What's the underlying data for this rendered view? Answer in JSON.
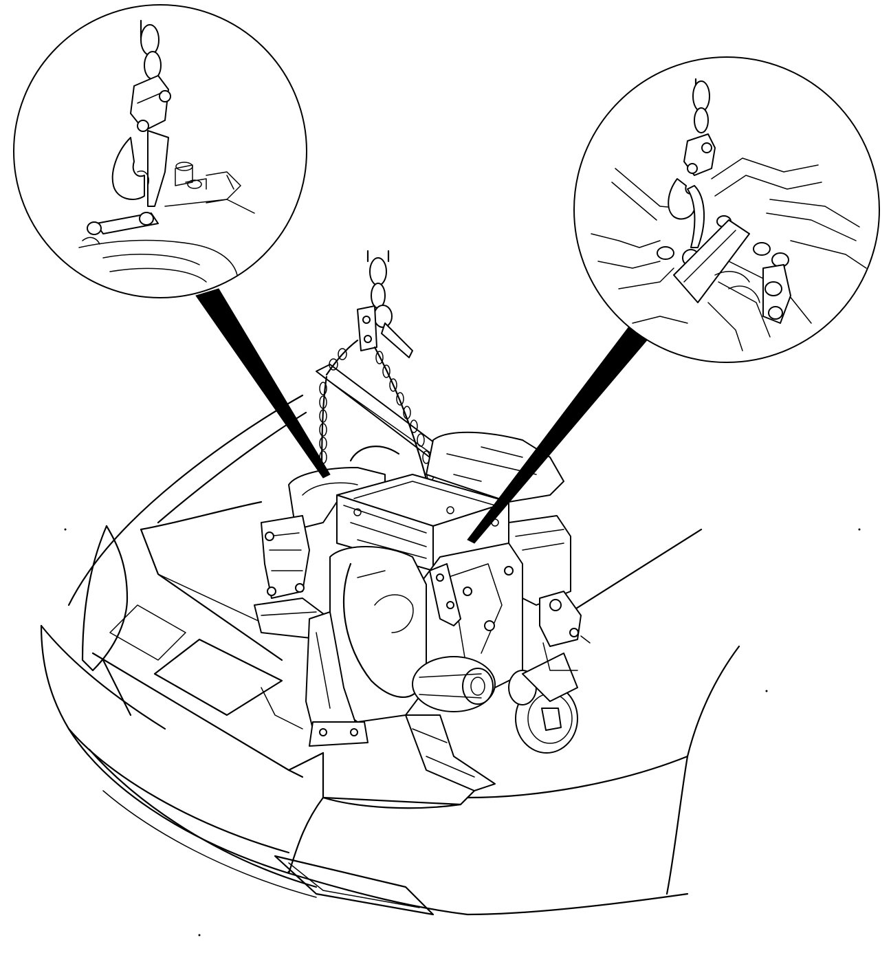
{
  "figure": {
    "description_visible_text": "",
    "icons": [
      "engine-hoist-diagram",
      "chain-hook-detail-left",
      "chain-hook-detail-right"
    ],
    "colors": {
      "line": "#000000",
      "background": "#ffffff"
    }
  }
}
